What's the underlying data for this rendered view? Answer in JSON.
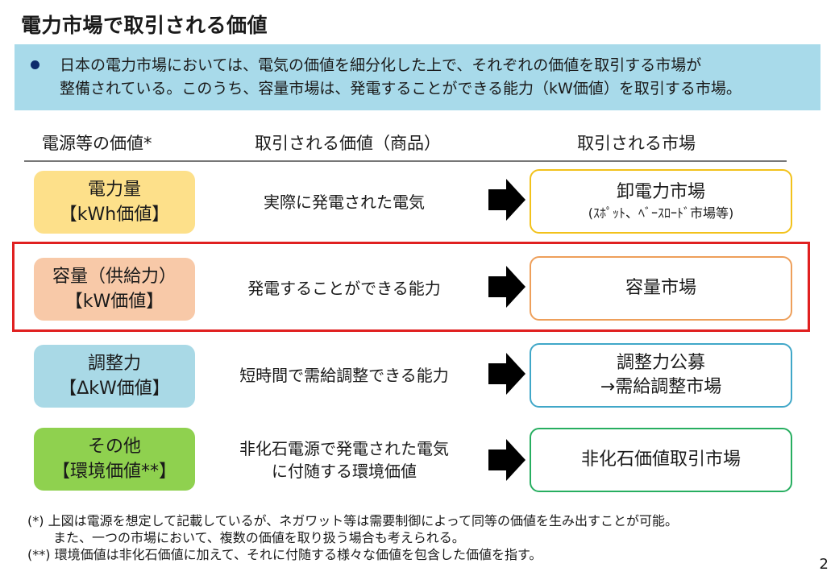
{
  "title": "電力市場で取引される価値",
  "summary": {
    "line1": "日本の電力市場においては、電気の価値を細分化した上で、それぞれの価値を取引する市場が",
    "line2": "整備されている。このうち、容量市場は、発電することができる能力（kW価値）を取引する市場。"
  },
  "headers": {
    "value": "電源等の価値*",
    "commodity": "取引される価値（商品）",
    "market": "取引される市場"
  },
  "rows": [
    {
      "value_line1": "電力量",
      "value_line2": "【kWh価値】",
      "commodity_line1": "実際に発電された電気",
      "commodity_line2": "",
      "market_line1": "卸電力市場",
      "market_line2": "(ｽﾎﾟｯﾄ、ﾍﾞｰｽﾛｰﾄﾞ市場等)"
    },
    {
      "value_line1": "容量（供給力）",
      "value_line2": "【kW価値】",
      "commodity_line1": "発電することができる能力",
      "commodity_line2": "",
      "market_line1": "容量市場",
      "market_line2": ""
    },
    {
      "value_line1": "調整力",
      "value_line2": "【ΔkW価値】",
      "commodity_line1": "短時間で需給調整できる能力",
      "commodity_line2": "",
      "market_line1": "調整力公募",
      "market_line2": "→需給調整市場"
    },
    {
      "value_line1": "その他",
      "value_line2": "【環境価値**】",
      "commodity_line1": "非化石電源で発電された電気",
      "commodity_line2": "に付随する環境価値",
      "market_line1": "非化石価値取引市場",
      "market_line2": ""
    }
  ],
  "colors": {
    "summary_bg": "#a8daea",
    "row1_fill": "#fde08a",
    "row1_border": "#f2c21b",
    "row2_fill": "#f8c9a8",
    "row2_border": "#ee9f5a",
    "row3_fill": "#a9d9e6",
    "row3_border": "#40a7c8",
    "row4_fill": "#8fd14f",
    "row4_border": "#27ae60",
    "highlight": "#e02020"
  },
  "notes": {
    "n1": "(*) 上図は電源を想定して記載しているが、ネガワット等は需要制御によって同等の価値を生み出すことが可能。",
    "n2": "　　また、一つの市場において、複数の価値を取り扱う場合も考えられる。",
    "n3": "(**) 環境価値は非化石価値に加えて、それに付随する様々な価値を包含した価値を指す。"
  },
  "page_number": "2"
}
